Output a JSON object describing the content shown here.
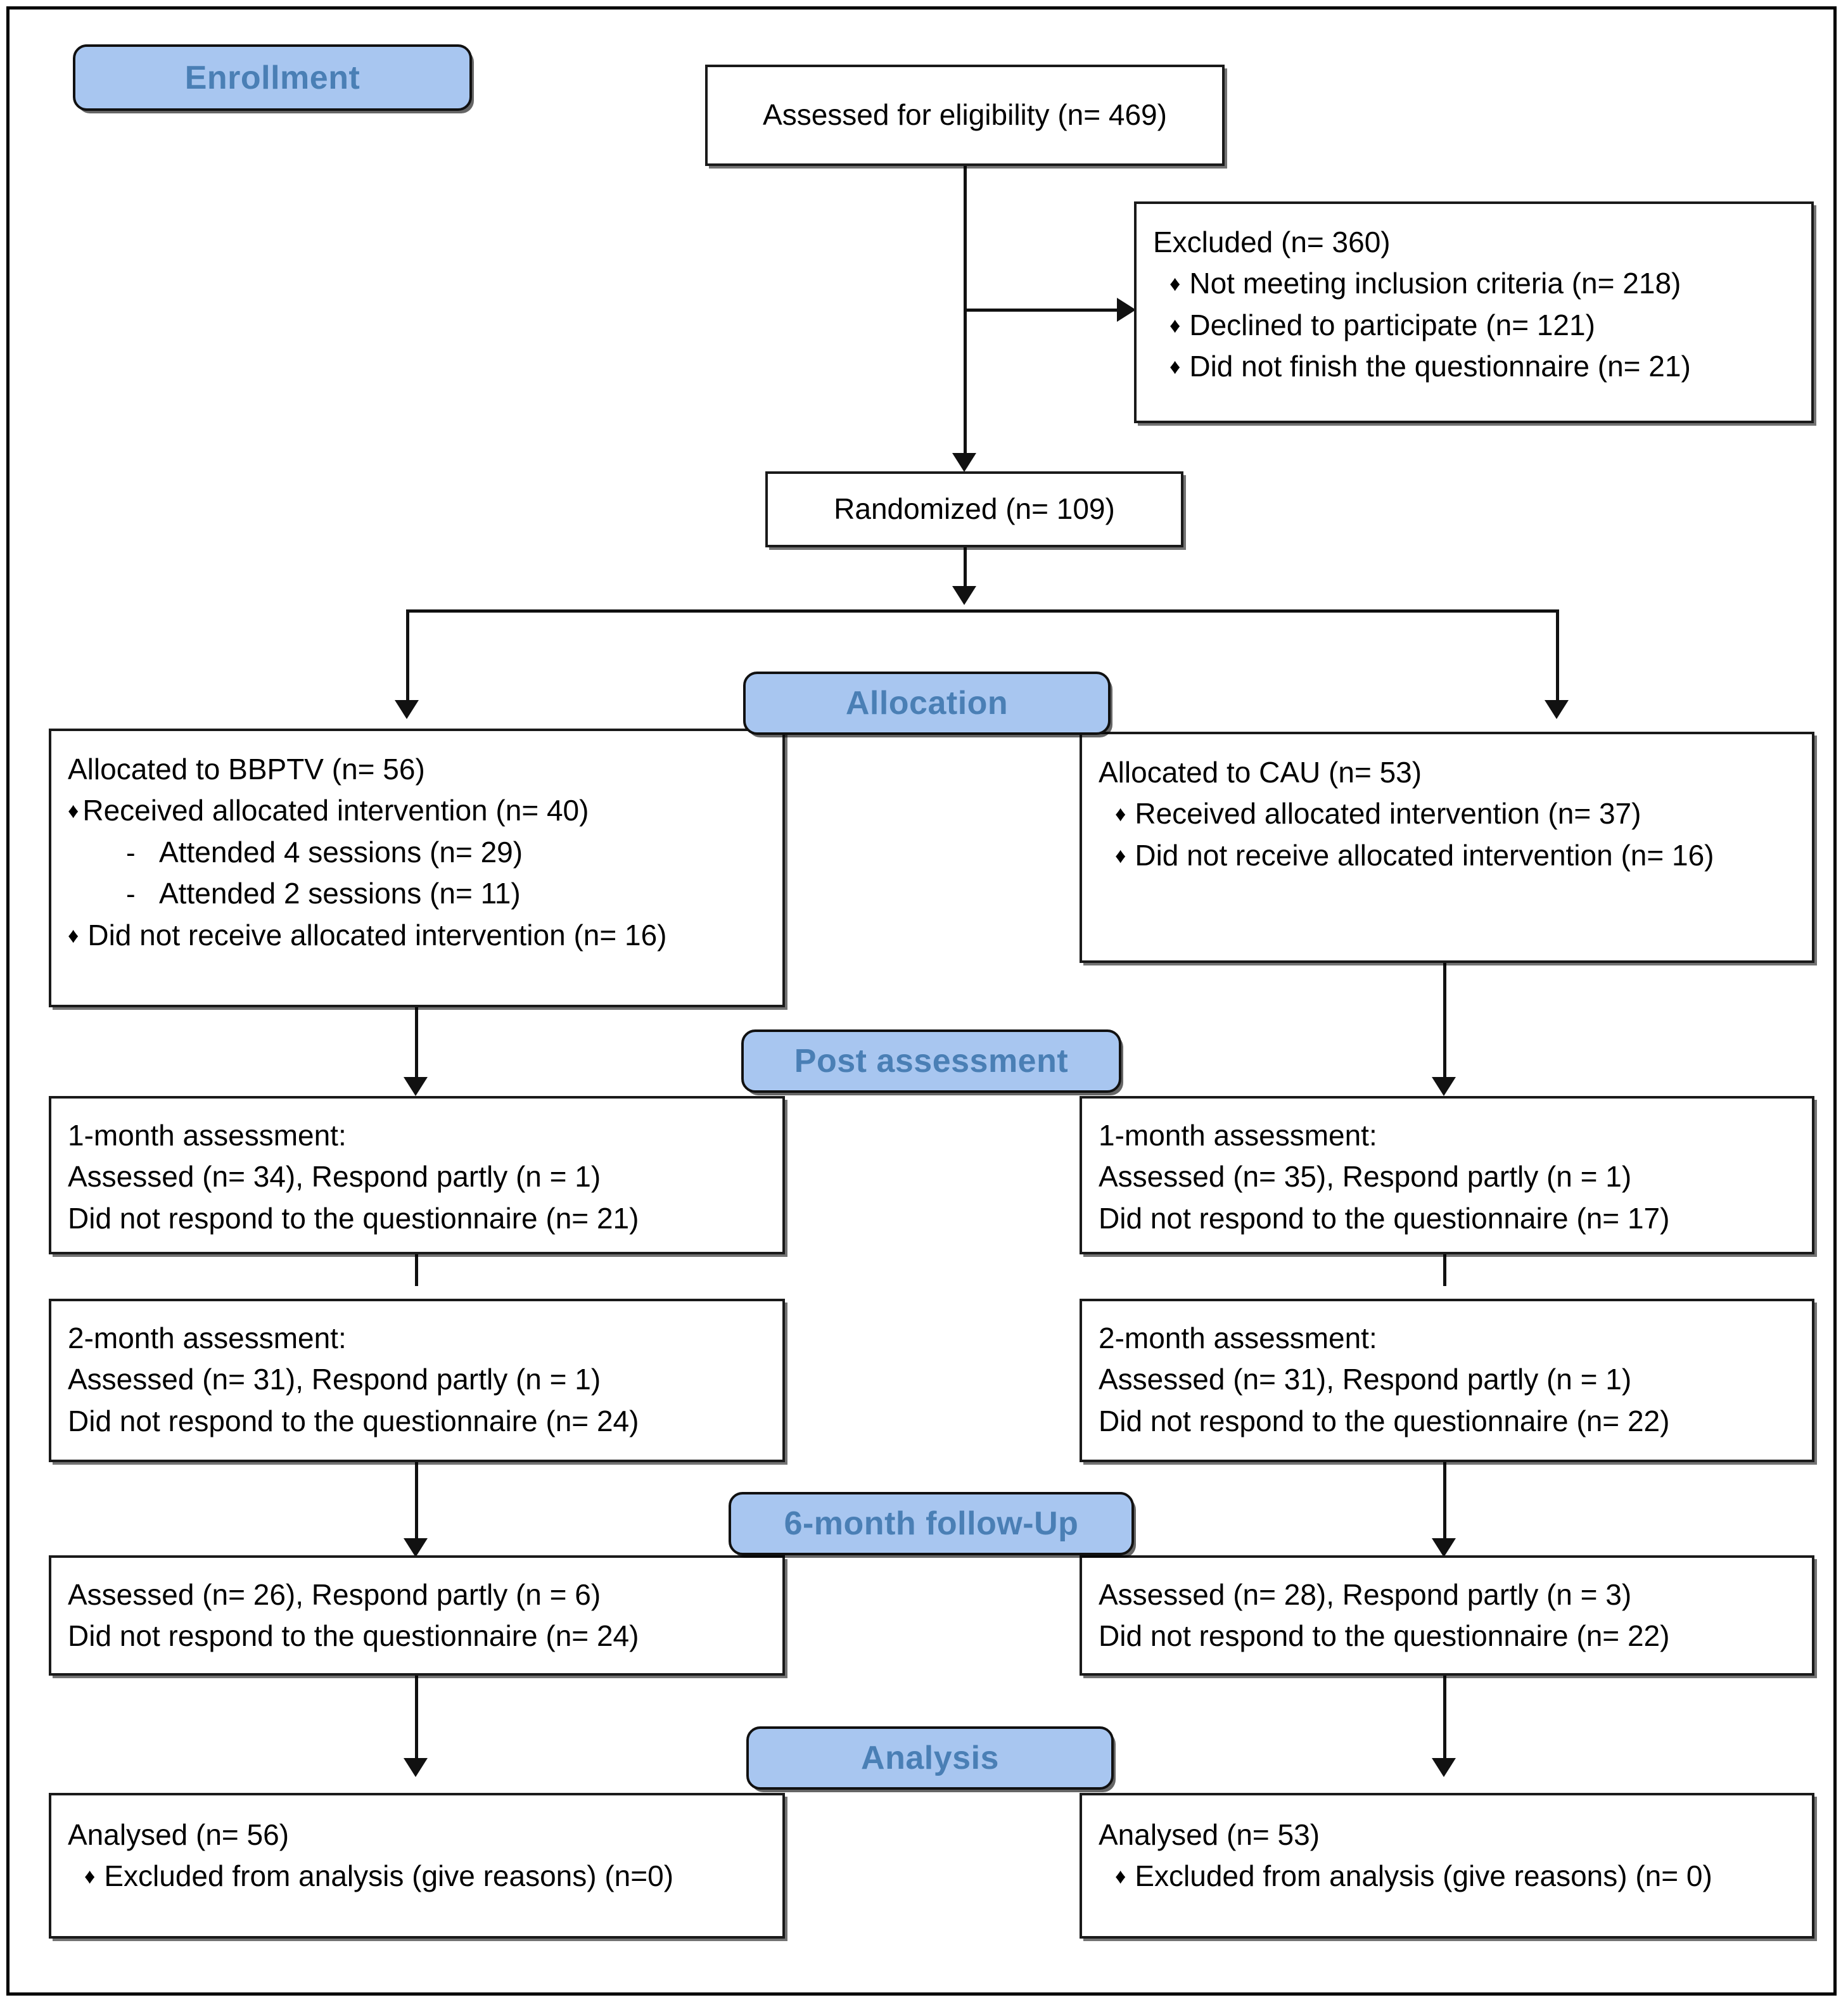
{
  "stages": {
    "enrollment": "Enrollment",
    "allocation": "Allocation",
    "post_assessment": "Post assessment",
    "followup": "6-month follow-Up",
    "analysis": "Analysis"
  },
  "colors": {
    "stage_fill": "#a8c6f0",
    "stage_text": "#4a7fb5",
    "box_border": "#1a1a1a",
    "page_background": "#ffffff"
  },
  "enrollment": {
    "assessed": "Assessed for eligibility (n= 469)",
    "excluded_title": "Excluded (n= 360)",
    "excluded_reasons": [
      "Not meeting inclusion criteria (n= 218)",
      "Declined to participate (n= 121)",
      "Did not finish the questionnaire (n= 21)"
    ],
    "randomized": "Randomized (n= 109)"
  },
  "allocation": {
    "left": {
      "title": "Allocated to BBPTV (n= 56)",
      "received": "Received allocated intervention (n= 40)",
      "sub_items": [
        "Attended 4 sessions (n= 29)",
        "Attended 2 sessions (n= 11)"
      ],
      "not_received": "Did not receive allocated intervention (n= 16)"
    },
    "right": {
      "title": "Allocated to CAU (n= 53)",
      "received": "Received allocated intervention (n= 37)",
      "not_received": "Did not receive allocated intervention (n= 16)"
    }
  },
  "post_assessment": {
    "month1": {
      "left": {
        "header": "1-month assessment:",
        "assessed": "Assessed (n= 34), Respond partly (n = 1)",
        "no_response": "Did not respond to the questionnaire (n= 21)"
      },
      "right": {
        "header": "1-month assessment:",
        "assessed": "Assessed (n= 35), Respond partly (n = 1)",
        "no_response": "Did not respond to the questionnaire (n= 17)"
      }
    },
    "month2": {
      "left": {
        "header": "2-month assessment:",
        "assessed": "Assessed (n= 31), Respond partly (n = 1)",
        "no_response": "Did not respond to the questionnaire (n= 24)"
      },
      "right": {
        "header": "2-month assessment:",
        "assessed": "Assessed (n= 31), Respond partly (n = 1)",
        "no_response": "Did not respond to the questionnaire (n= 22)"
      }
    }
  },
  "followup": {
    "left": {
      "assessed": "Assessed (n= 26), Respond partly (n = 6)",
      "no_response": "Did not respond to the questionnaire (n= 24)"
    },
    "right": {
      "assessed": "Assessed (n= 28), Respond partly (n = 3)",
      "no_response": "Did not respond to the questionnaire (n= 22)"
    }
  },
  "analysis": {
    "left": {
      "analysed": "Analysed (n= 56)",
      "excluded": "Excluded from analysis (give reasons) (n=0)"
    },
    "right": {
      "analysed": "Analysed (n= 53)",
      "excluded": "Excluded from analysis (give reasons) (n= 0)"
    }
  },
  "icons": {
    "bullet": "♦",
    "dash": "-"
  },
  "chart_data": {
    "type": "flow-diagram",
    "title": "CONSORT participant flow diagram",
    "nodes": [
      {
        "id": "assessed",
        "stage": "Enrollment",
        "label": "Assessed for eligibility",
        "n": 469
      },
      {
        "id": "excluded",
        "stage": "Enrollment",
        "label": "Excluded",
        "n": 360,
        "breakdown": [
          {
            "label": "Not meeting inclusion criteria",
            "n": 218
          },
          {
            "label": "Declined to participate",
            "n": 121
          },
          {
            "label": "Did not finish the questionnaire",
            "n": 21
          }
        ]
      },
      {
        "id": "randomized",
        "stage": "Enrollment",
        "label": "Randomized",
        "n": 109
      },
      {
        "id": "alloc_bbptv",
        "stage": "Allocation",
        "label": "Allocated to BBPTV",
        "n": 56,
        "breakdown": [
          {
            "label": "Received allocated intervention",
            "n": 40
          },
          {
            "label": "Attended 4 sessions",
            "n": 29
          },
          {
            "label": "Attended 2 sessions",
            "n": 11
          },
          {
            "label": "Did not receive allocated intervention",
            "n": 16
          }
        ]
      },
      {
        "id": "alloc_cau",
        "stage": "Allocation",
        "label": "Allocated to CAU",
        "n": 53,
        "breakdown": [
          {
            "label": "Received allocated intervention",
            "n": 37
          },
          {
            "label": "Did not receive allocated intervention",
            "n": 16
          }
        ]
      },
      {
        "id": "post1_bbptv",
        "stage": "Post assessment",
        "label": "1-month assessment (BBPTV)",
        "breakdown": [
          {
            "label": "Assessed",
            "n": 34
          },
          {
            "label": "Respond partly",
            "n": 1
          },
          {
            "label": "Did not respond to the questionnaire",
            "n": 21
          }
        ]
      },
      {
        "id": "post1_cau",
        "stage": "Post assessment",
        "label": "1-month assessment (CAU)",
        "breakdown": [
          {
            "label": "Assessed",
            "n": 35
          },
          {
            "label": "Respond partly",
            "n": 1
          },
          {
            "label": "Did not respond to the questionnaire",
            "n": 17
          }
        ]
      },
      {
        "id": "post2_bbptv",
        "stage": "Post assessment",
        "label": "2-month assessment (BBPTV)",
        "breakdown": [
          {
            "label": "Assessed",
            "n": 31
          },
          {
            "label": "Respond partly",
            "n": 1
          },
          {
            "label": "Did not respond to the questionnaire",
            "n": 24
          }
        ]
      },
      {
        "id": "post2_cau",
        "stage": "Post assessment",
        "label": "2-month assessment (CAU)",
        "breakdown": [
          {
            "label": "Assessed",
            "n": 31
          },
          {
            "label": "Respond partly",
            "n": 1
          },
          {
            "label": "Did not respond to the questionnaire",
            "n": 22
          }
        ]
      },
      {
        "id": "fu_bbptv",
        "stage": "6-month follow-Up",
        "label": "6-month follow-up (BBPTV)",
        "breakdown": [
          {
            "label": "Assessed",
            "n": 26
          },
          {
            "label": "Respond partly",
            "n": 6
          },
          {
            "label": "Did not respond to the questionnaire",
            "n": 24
          }
        ]
      },
      {
        "id": "fu_cau",
        "stage": "6-month follow-Up",
        "label": "6-month follow-up (CAU)",
        "breakdown": [
          {
            "label": "Assessed",
            "n": 28
          },
          {
            "label": "Respond partly",
            "n": 3
          },
          {
            "label": "Did not respond to the questionnaire",
            "n": 22
          }
        ]
      },
      {
        "id": "analysis_bbptv",
        "stage": "Analysis",
        "label": "Analysed (BBPTV)",
        "n": 56,
        "breakdown": [
          {
            "label": "Excluded from analysis (give reasons)",
            "n": 0
          }
        ]
      },
      {
        "id": "analysis_cau",
        "stage": "Analysis",
        "label": "Analysed (CAU)",
        "n": 53,
        "breakdown": [
          {
            "label": "Excluded from analysis (give reasons)",
            "n": 0
          }
        ]
      }
    ],
    "edges": [
      {
        "from": "assessed",
        "to": "excluded"
      },
      {
        "from": "assessed",
        "to": "randomized"
      },
      {
        "from": "randomized",
        "to": "alloc_bbptv"
      },
      {
        "from": "randomized",
        "to": "alloc_cau"
      },
      {
        "from": "alloc_bbptv",
        "to": "post1_bbptv"
      },
      {
        "from": "alloc_cau",
        "to": "post1_cau"
      },
      {
        "from": "post1_bbptv",
        "to": "post2_bbptv"
      },
      {
        "from": "post1_cau",
        "to": "post2_cau"
      },
      {
        "from": "post2_bbptv",
        "to": "fu_bbptv"
      },
      {
        "from": "post2_cau",
        "to": "fu_cau"
      },
      {
        "from": "fu_bbptv",
        "to": "analysis_bbptv"
      },
      {
        "from": "fu_cau",
        "to": "analysis_cau"
      }
    ]
  }
}
